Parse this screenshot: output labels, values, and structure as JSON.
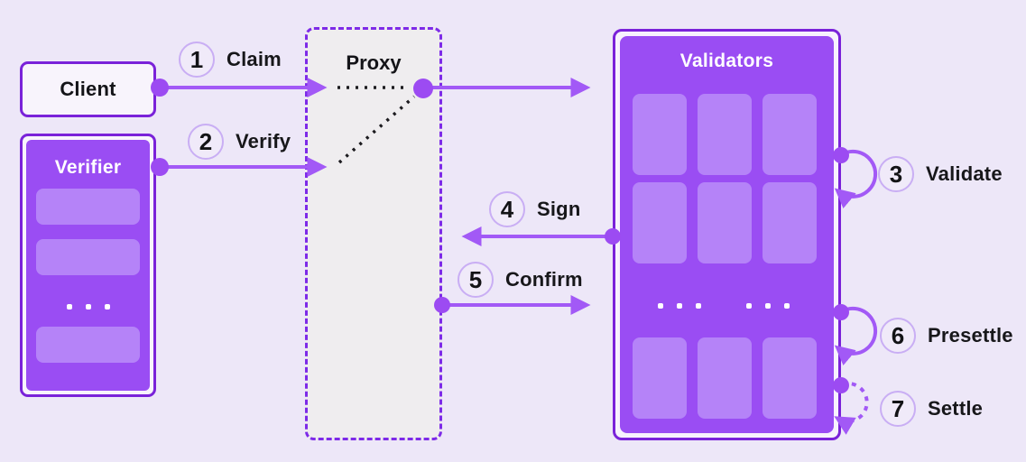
{
  "colors": {
    "background": "#EDE7F8",
    "arrow_purple": "#A259F6",
    "dot_purple": "#9C4BF2",
    "box_border_purple": "#7A22D9",
    "proxy_border_purple": "#7D2AE8",
    "panel_fill_purple": "#9A4DF3",
    "tile_fill_purple": "#B583F8",
    "proxy_fill_gray": "#EFEDEF",
    "light_box_fill": "#F8F4FC",
    "badge_border": "#C9AEF4",
    "badge_fill": "#F0EAF9",
    "dotted_line_black": "#1C1B1F",
    "text_dark": "#141418",
    "text_light": "#FFFFFF"
  },
  "boxes": {
    "client": {
      "title": "Client"
    },
    "verifier": {
      "title": "Verifier"
    },
    "proxy": {
      "title": "Proxy"
    },
    "validators": {
      "title": "Validators"
    }
  },
  "steps": [
    {
      "num": "1",
      "label": "Claim"
    },
    {
      "num": "2",
      "label": "Verify"
    },
    {
      "num": "3",
      "label": "Validate"
    },
    {
      "num": "4",
      "label": "Sign"
    },
    {
      "num": "5",
      "label": "Confirm"
    },
    {
      "num": "6",
      "label": "Presettle"
    },
    {
      "num": "7",
      "label": "Settle"
    }
  ]
}
